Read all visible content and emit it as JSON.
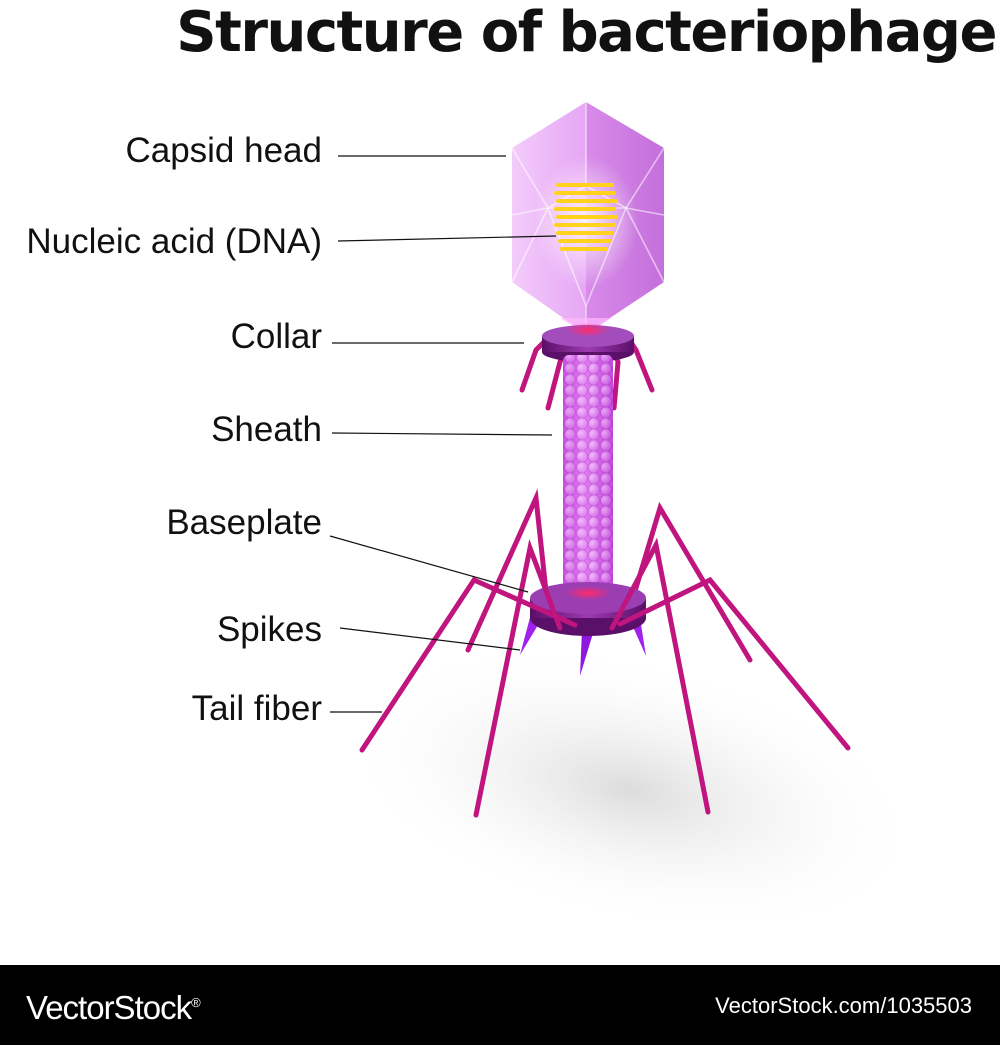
{
  "title": "Structure of bacteriophage",
  "labels": {
    "capsid_head": "Capsid head",
    "nucleic_acid": "Nucleic acid (DNA)",
    "collar": "Collar",
    "sheath": "Sheath",
    "baseplate": "Baseplate",
    "spikes": "Spikes",
    "tail_fiber": "Tail fiber"
  },
  "footer": {
    "brand": "VectorStock",
    "registered": "®",
    "url": "VectorStock.com/1035503"
  },
  "colors": {
    "capsid": "#e3a0f2",
    "dna": "#ffd21e",
    "sheath": "#dd6af0",
    "collar": "#8a1a8a",
    "fiber": "#c0147e",
    "spike": "#a020f0",
    "footer_bg": "#000000"
  }
}
